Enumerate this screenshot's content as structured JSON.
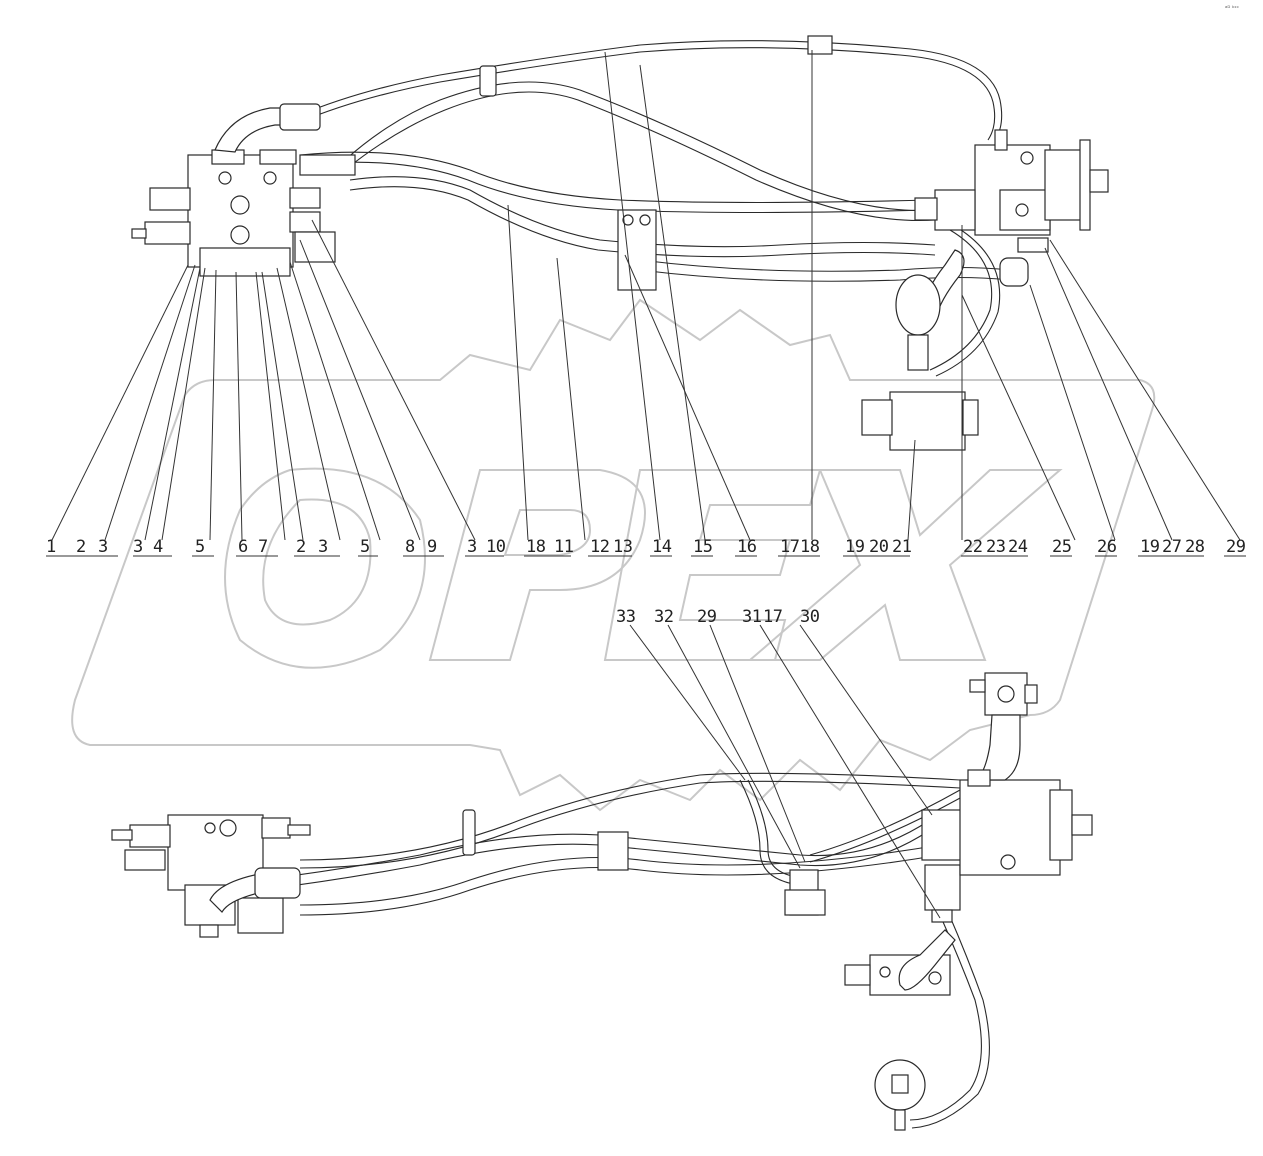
{
  "watermark": "OPEX",
  "corner_mark": "ᵃᴰ ᵇᶜᶜ",
  "top_callouts": [
    "1",
    "2",
    "3",
    "3",
    "4",
    "5",
    "6",
    "7",
    "2",
    "3",
    "5",
    "8",
    "9",
    "3",
    "10",
    "18",
    "11",
    "12",
    "13",
    "14",
    "15",
    "16",
    "17",
    "18",
    "19",
    "20",
    "21",
    "22",
    "23",
    "24",
    "25",
    "26",
    "19",
    "27",
    "28",
    "29"
  ],
  "bottom_callouts": [
    "33",
    "32",
    "29",
    "31",
    "17",
    "30"
  ],
  "colors": {
    "line": "#2a2a2a",
    "watermark": "#c8c8c8",
    "background": "#ffffff"
  }
}
